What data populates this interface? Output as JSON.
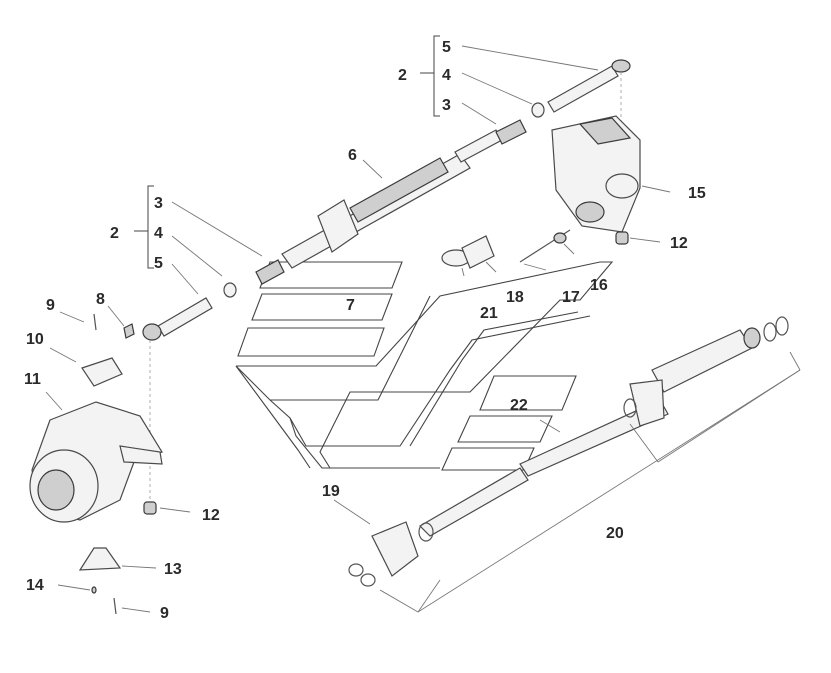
{
  "labels": {
    "top_group_2": "2",
    "top_group_3": "3",
    "top_group_4": "4",
    "top_group_5": "5",
    "left_group_2": "2",
    "left_group_3": "3",
    "left_group_4": "4",
    "left_group_5": "5",
    "p6": "6",
    "p7": "7",
    "p8": "8",
    "p9a": "9",
    "p9b": "9",
    "p10": "10",
    "p11": "11",
    "p12a": "12",
    "p12b": "12",
    "p13": "13",
    "p14": "14",
    "p15": "15",
    "p16": "16",
    "p17": "17",
    "p18": "18",
    "p19": "19",
    "p20": "20",
    "p21": "21",
    "p22": "22"
  }
}
